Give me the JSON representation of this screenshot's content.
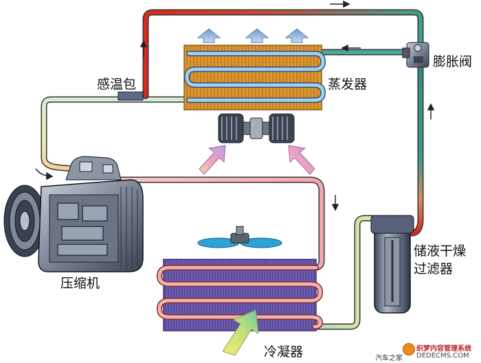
{
  "labels": {
    "sensing_bulb": "感温包",
    "evaporator": "蒸发器",
    "expansion_valve": "膨胀阀",
    "compressor": "压缩机",
    "receiver_drier_line1": "储液干燥",
    "receiver_drier_line2": "过滤器",
    "condenser": "冷凝器"
  },
  "watermark": {
    "line1": "织梦内容管理系统",
    "line2": "DEDECMS.COM",
    "site": "汽车之家"
  },
  "colors": {
    "hot_pipe": "#d92a1f",
    "warm_pipe": "#f2a23a",
    "cool_pipe": "#3e9f8c",
    "cold_pipe": "#2f8d86",
    "suction_pipe": "#e8e6b9",
    "evaporator_fin": "#d9922b",
    "condenser_fin": "#7b6ab8",
    "air_arrow_warm": "#e79bc2",
    "air_arrow_cool": "#8fb2dc"
  }
}
